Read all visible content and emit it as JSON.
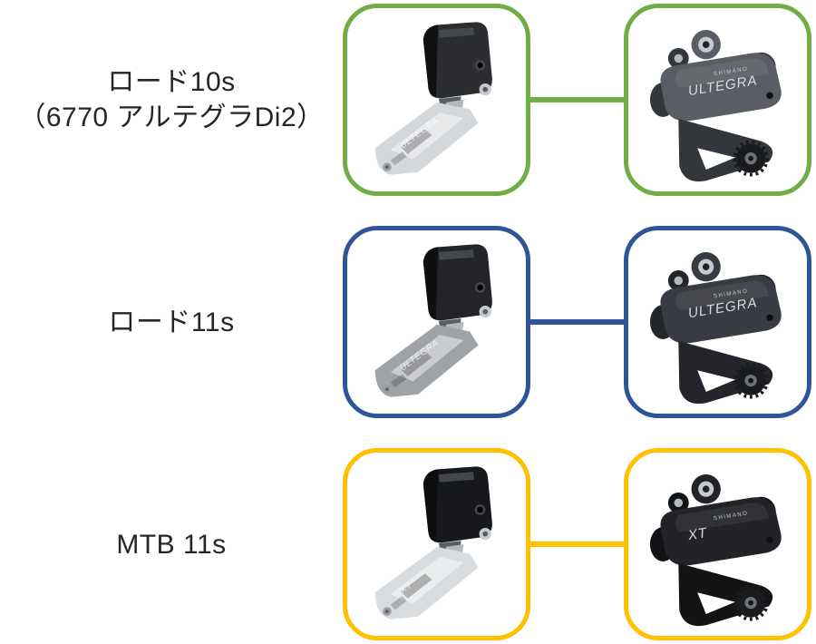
{
  "canvas": {
    "background": "#FFFFFF",
    "label_text_color": "#262626"
  },
  "rows": [
    {
      "id": "road-10s",
      "label_line1": "ロード10s",
      "label_line2": "（6770 アルテグラDi2）",
      "colors": {
        "accent": "#70AD47",
        "front_body": "#2B2D31",
        "front_cage": "#D5D8DB",
        "rear_body": "#5A5E64",
        "rear_dark": "#33363A"
      },
      "front": {
        "logo": "ULTEGRA"
      },
      "rear": {
        "brand": "SHIMANO",
        "logo": "ULTEGRA"
      }
    },
    {
      "id": "road-11s",
      "label_line1": "ロード11s",
      "label_line2": "",
      "colors": {
        "accent": "#2F5597",
        "front_body": "#222428",
        "front_cage": "#9FA3A8",
        "rear_body": "#383B41",
        "rear_dark": "#23252A"
      },
      "front": {
        "logo": "ULTEGRA"
      },
      "rear": {
        "brand": "SHIMANO",
        "logo": "ULTEGRA"
      }
    },
    {
      "id": "mtb-11s",
      "label_line1": "MTB 11s",
      "label_line2": "",
      "colors": {
        "accent": "#FFC000",
        "front_body": "#17181B",
        "front_cage": "#D9DCDF",
        "rear_body": "#212327",
        "rear_dark": "#121315"
      },
      "front": {
        "logo": "XT"
      },
      "rear": {
        "brand": "SHIMANO",
        "logo": "XT"
      }
    }
  ]
}
